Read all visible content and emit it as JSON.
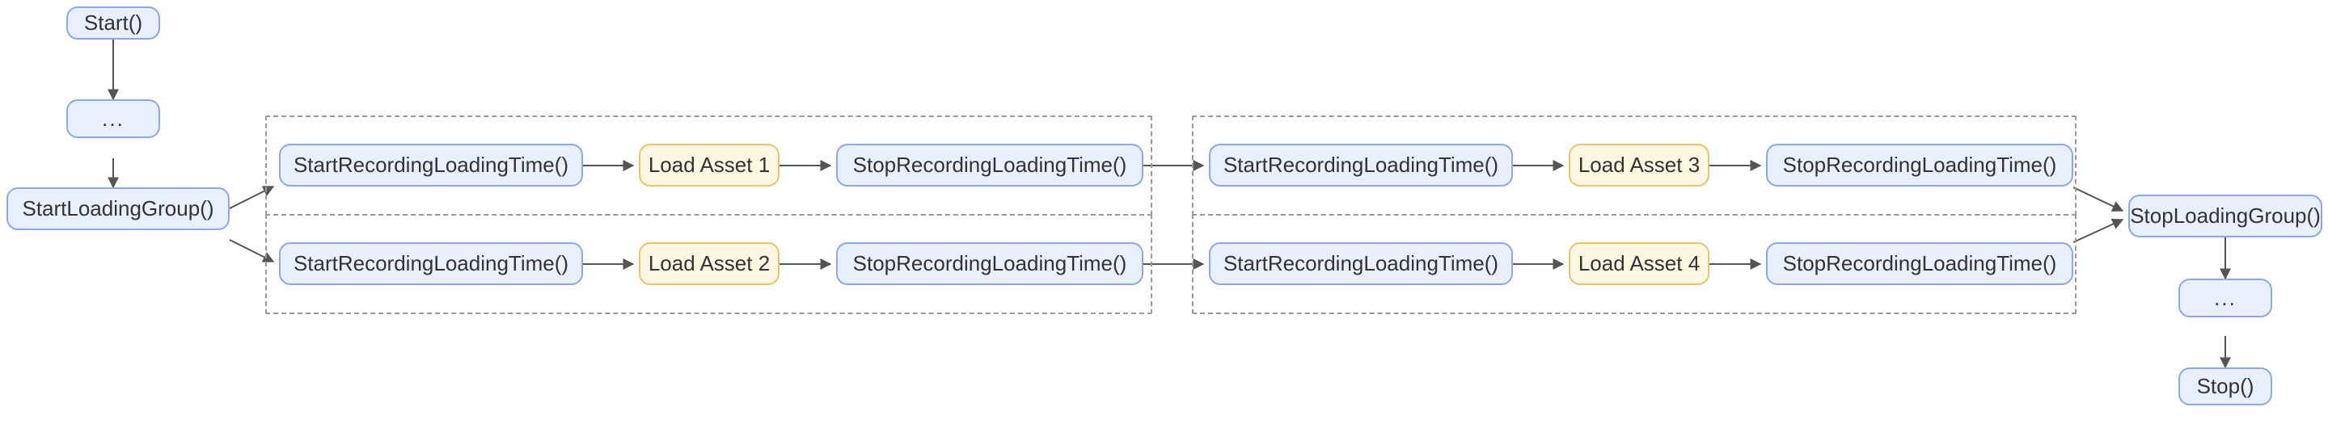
{
  "diagram": {
    "type": "flowchart",
    "orientation": "left-to-right",
    "colors": {
      "node_blue_fill": "#e9effc",
      "node_blue_border": "#8da8e8",
      "node_yellow_fill": "#fdf6e0",
      "node_yellow_border": "#e8c56a",
      "group_border": "#9a9a9a",
      "edge": "#555555",
      "text": "#333333",
      "background": "#ffffff"
    },
    "entry_chain": {
      "name": "entry-chain",
      "nodes": [
        {
          "id": "start",
          "label": "Start()",
          "shape": "rounded",
          "style": "blue"
        },
        {
          "id": "entry_ellipsis",
          "label": "...",
          "shape": "rounded",
          "style": "blue"
        },
        {
          "id": "start_loading_group",
          "label": "StartLoadingGroup()",
          "shape": "rounded",
          "style": "blue"
        }
      ]
    },
    "exit_chain": {
      "name": "exit-chain",
      "nodes": [
        {
          "id": "stop_loading_group",
          "label": "StopLoadingGroup()",
          "shape": "rounded",
          "style": "blue"
        },
        {
          "id": "exit_ellipsis",
          "label": "...",
          "shape": "rounded",
          "style": "blue"
        },
        {
          "id": "stop",
          "label": "Stop()",
          "shape": "rounded",
          "style": "blue"
        }
      ]
    },
    "groups": [
      {
        "id": "group_asset_1",
        "row": 0,
        "column": 0,
        "nodes": [
          {
            "id": "g1_start_rec",
            "label": "StartRecordingLoadingTime()",
            "style": "blue"
          },
          {
            "id": "g1_load",
            "label": "Load Asset 1",
            "style": "yellow"
          },
          {
            "id": "g1_stop_rec",
            "label": "StopRecordingLoadingTime()",
            "style": "blue"
          }
        ]
      },
      {
        "id": "group_asset_3",
        "row": 0,
        "column": 1,
        "nodes": [
          {
            "id": "g3_start_rec",
            "label": "StartRecordingLoadingTime()",
            "style": "blue"
          },
          {
            "id": "g3_load",
            "label": "Load Asset 3",
            "style": "yellow"
          },
          {
            "id": "g3_stop_rec",
            "label": "StopRecordingLoadingTime()",
            "style": "blue"
          }
        ]
      },
      {
        "id": "group_asset_2",
        "row": 1,
        "column": 0,
        "nodes": [
          {
            "id": "g2_start_rec",
            "label": "StartRecordingLoadingTime()",
            "style": "blue"
          },
          {
            "id": "g2_load",
            "label": "Load Asset 2",
            "style": "yellow"
          },
          {
            "id": "g2_stop_rec",
            "label": "StopRecordingLoadingTime()",
            "style": "blue"
          }
        ]
      },
      {
        "id": "group_asset_4",
        "row": 1,
        "column": 1,
        "nodes": [
          {
            "id": "g4_start_rec",
            "label": "StartRecordingLoadingTime()",
            "style": "blue"
          },
          {
            "id": "g4_load",
            "label": "Load Asset 4",
            "style": "yellow"
          },
          {
            "id": "g4_stop_rec",
            "label": "StopRecordingLoadingTime()",
            "style": "blue"
          }
        ]
      }
    ],
    "edges": [
      {
        "from": "start",
        "to": "entry_ellipsis"
      },
      {
        "from": "entry_ellipsis",
        "to": "start_loading_group"
      },
      {
        "from": "start_loading_group",
        "to": "g1_start_rec"
      },
      {
        "from": "start_loading_group",
        "to": "g2_start_rec"
      },
      {
        "from": "g1_start_rec",
        "to": "g1_load"
      },
      {
        "from": "g1_load",
        "to": "g1_stop_rec"
      },
      {
        "from": "g1_stop_rec",
        "to": "g3_start_rec"
      },
      {
        "from": "g3_start_rec",
        "to": "g3_load"
      },
      {
        "from": "g3_load",
        "to": "g3_stop_rec"
      },
      {
        "from": "g3_stop_rec",
        "to": "stop_loading_group"
      },
      {
        "from": "g2_start_rec",
        "to": "g2_load"
      },
      {
        "from": "g2_load",
        "to": "g2_stop_rec"
      },
      {
        "from": "g2_stop_rec",
        "to": "g4_start_rec"
      },
      {
        "from": "g4_start_rec",
        "to": "g4_load"
      },
      {
        "from": "g4_load",
        "to": "g4_stop_rec"
      },
      {
        "from": "g4_stop_rec",
        "to": "stop_loading_group"
      },
      {
        "from": "stop_loading_group",
        "to": "exit_ellipsis"
      },
      {
        "from": "exit_ellipsis",
        "to": "stop"
      }
    ]
  }
}
